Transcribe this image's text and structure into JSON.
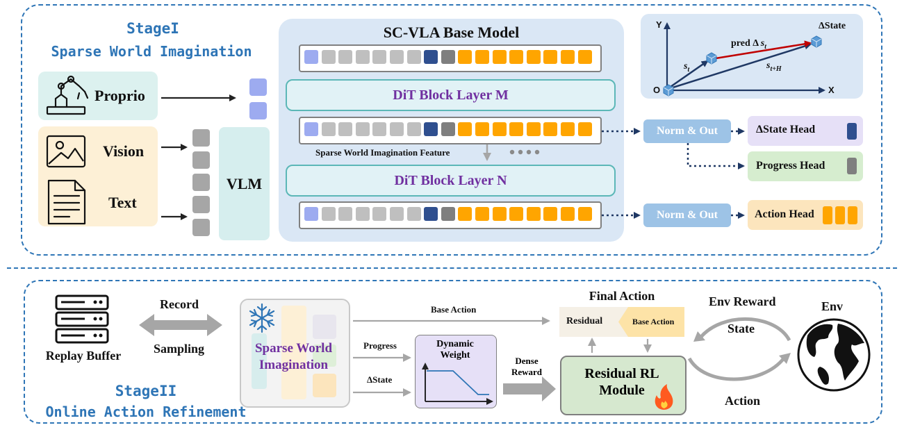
{
  "stage1": {
    "title_line1": "StageI",
    "title_line2": "Sparse World Imagination",
    "proprio_label": "Proprio",
    "vision_label": "Vision",
    "text_label": "Text",
    "vlm_label": "VLM",
    "base_model_title": "SC-VLA Base Model",
    "dit_m": "DiT Block Layer M",
    "dit_n": "DiT Block Layer N",
    "feature_caption": "Sparse World Imagination Feature",
    "norm_out_1": "Norm & Out",
    "norm_out_2": "Norm & Out",
    "dstate_head": "ΔState Head",
    "progress_head": "Progress Head",
    "action_head": "Action Head",
    "plot_y": "Y",
    "plot_x": "X",
    "plot_o": "O",
    "plot_dstate": "ΔState",
    "plot_pred": "pred Δ",
    "plot_st": "s",
    "plot_st_sub": "t",
    "plot_sth_sub": "t+H"
  },
  "stage2": {
    "title_line1": "StageII",
    "title_line2": "Online Action Refinement",
    "replay_buffer": "Replay Buffer",
    "record": "Record",
    "sampling": "Sampling",
    "swi_line1": "Sparse World",
    "swi_line2": "Imagination",
    "base_action_arrow": "Base Action",
    "progress": "Progress",
    "dstate": "ΔState",
    "dyn_weight_line1": "Dynamic",
    "dyn_weight_line2": "Weight",
    "dense_line1": "Dense",
    "dense_line2": "Reward",
    "final_action": "Final Action",
    "residual": "Residual",
    "base_action_tag": "Base Action",
    "rl_line1": "Residual RL",
    "rl_line2": "Module",
    "env_reward": "Env Reward",
    "state": "State",
    "action": "Action",
    "env": "Env"
  },
  "colors": {
    "light_blue_tok": "#9dabf0",
    "gray_tok": "#bfbfbf",
    "navy_tok": "#2f4f8f",
    "dark_gray_tok": "#7f7f7f",
    "orange_tok": "#ffa500",
    "frame_blue": "#2e75b6",
    "dit_purple": "#7030a0",
    "norm_blue": "#9dc3e6"
  }
}
